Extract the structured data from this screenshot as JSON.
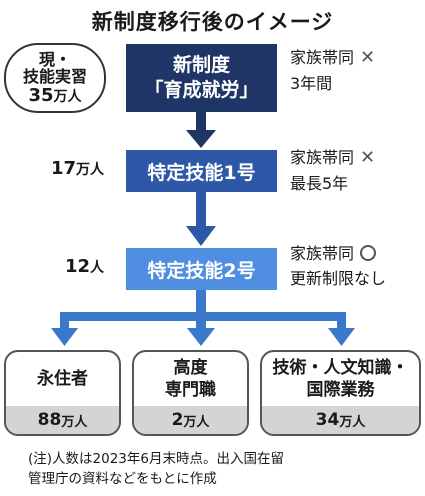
{
  "title": "新制度移行後のイメージ",
  "current": {
    "label_line1": "現・",
    "label_line2": "技能実習",
    "count_num": "35",
    "count_unit": "万人"
  },
  "boxes": [
    {
      "line1": "新制度",
      "line2": "「育成就労」",
      "family": "家族帯同",
      "family_mark": "✕",
      "term": "3年間"
    },
    {
      "line1": "特定技能1号",
      "count_num": "17",
      "count_unit": "万人",
      "family": "家族帯同",
      "family_mark": "✕",
      "term": "最長5年"
    },
    {
      "line1": "特定技能2号",
      "count_num": "12",
      "count_unit": "人",
      "family": "家族帯同",
      "family_mark": "○",
      "term": "更新制限なし"
    }
  ],
  "destinations": [
    {
      "name_line1": "永住者",
      "name_line2": "",
      "count_num": "88",
      "count_unit": "万人"
    },
    {
      "name_line1": "高度",
      "name_line2": "専門職",
      "count_num": "2",
      "count_unit": "万人"
    },
    {
      "name_line1": "技術・人文知識・",
      "name_line2": "国際業務",
      "count_num": "34",
      "count_unit": "万人"
    }
  ],
  "footnote": {
    "line1": "(注)人数は2023年6月末時点。出入国在留",
    "line2": "管理庁の資料などをもとに作成"
  },
  "colors": {
    "box1": "#1e3566",
    "box2": "#2e57a8",
    "box3": "#4f8ee0",
    "arrow_dark": "#1e3566",
    "arrow_light": "#3a78cc"
  }
}
